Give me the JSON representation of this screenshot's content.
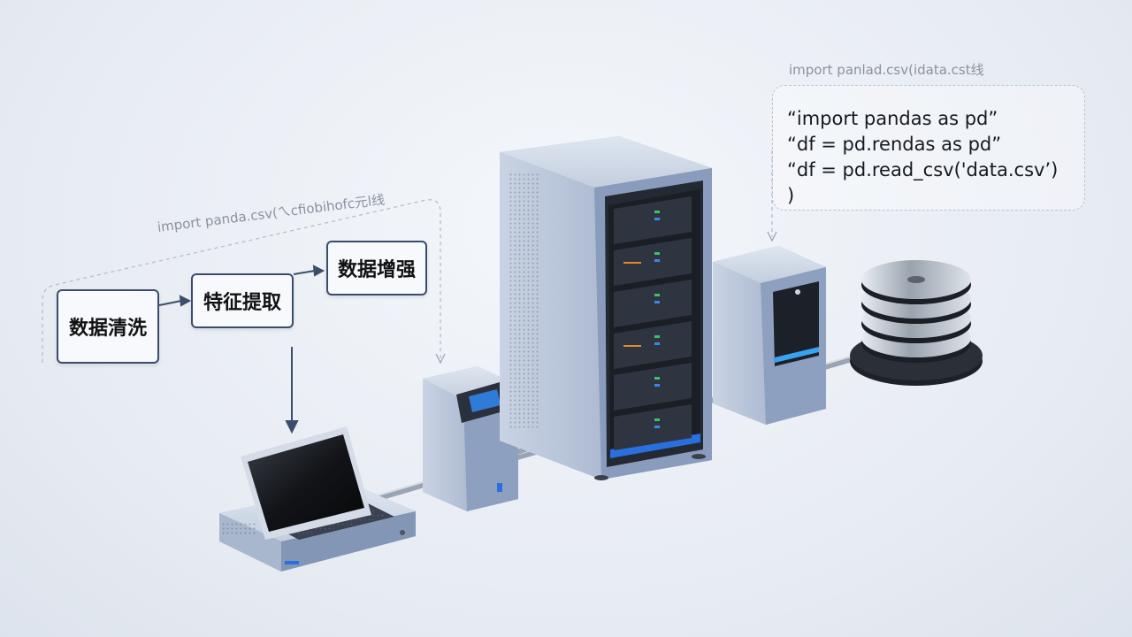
{
  "left_panel": {
    "caption": "import panda.csv(ㄟcfiobihofc元l线",
    "steps": [
      {
        "label": "数据清洗"
      },
      {
        "label": "特征提取"
      },
      {
        "label": "数据增强"
      }
    ]
  },
  "right_panel": {
    "caption": "import panlad.csv(idata.cst线",
    "code_lines": [
      "“import pandas as pd”",
      "“df = pd.rendas as pd”",
      "“df = pd.read_csv('data.csv’)",
      ")"
    ]
  },
  "devices": [
    {
      "name": "laptop"
    },
    {
      "name": "small-server"
    },
    {
      "name": "server-rack"
    },
    {
      "name": "storage-server"
    },
    {
      "name": "disk-stack"
    }
  ],
  "colors": {
    "device_body": "#9fb0cc",
    "device_dark": "#2c3340",
    "screen_blue": "#2f7bd8",
    "accent_blue": "#2a6fe0",
    "arrow": "#3c4d6b"
  }
}
